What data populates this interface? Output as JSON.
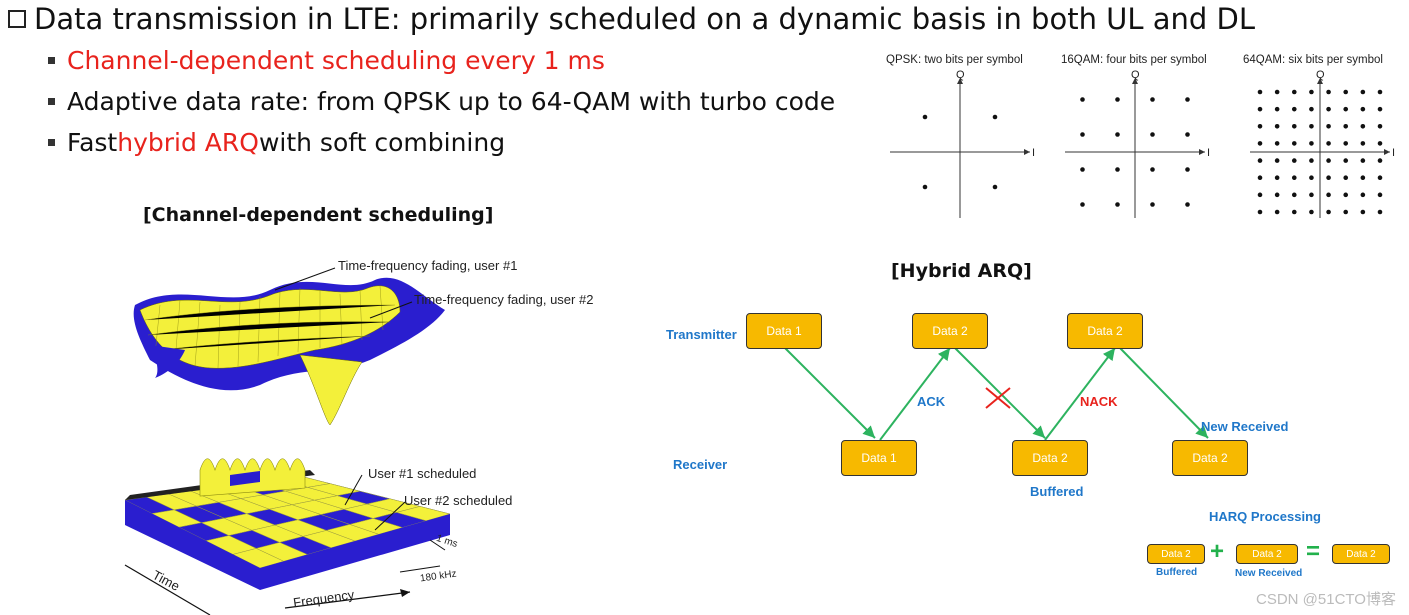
{
  "header": {
    "title": "Data transmission in LTE: primarily scheduled on a dynamic basis in both UL and DL"
  },
  "bullets": [
    {
      "pre": "",
      "highlight": "Channel-dependent scheduling every 1 ms",
      "post": ""
    },
    {
      "pre": "Adaptive data rate: from QPSK up to 64-QAM with turbo code",
      "highlight": "",
      "post": ""
    },
    {
      "pre": "Fast ",
      "highlight": "hybrid ARQ",
      "post": " with soft combining"
    }
  ],
  "constellations": [
    {
      "caption": "QPSK: two bits per symbol",
      "axis_q": "Q",
      "axis_i": "I",
      "order": 2
    },
    {
      "caption": "16QAM: four bits per symbol",
      "axis_q": "Q",
      "axis_i": "I",
      "order": 4
    },
    {
      "caption": "64QAM: six bits per symbol",
      "axis_q": "Q",
      "axis_i": "I",
      "order": 8
    }
  ],
  "scheduling": {
    "title": "[Channel-dependent scheduling]",
    "fading_user1": "Time-frequency fading, user #1",
    "fading_user2": "Time-frequency fading, user #2",
    "sched_user1": "User #1 scheduled",
    "sched_user2": "User #2 scheduled",
    "tti": "1 ms",
    "bandwidth": "180 kHz",
    "time_axis": "Time",
    "freq_axis": "Frequency"
  },
  "harq": {
    "title": "[Hybrid ARQ]",
    "transmitter": "Transmitter",
    "receiver": "Receiver",
    "tx_boxes": [
      "Data 1",
      "Data 2",
      "Data 2"
    ],
    "rx_boxes": [
      "Data 1",
      "Data 2",
      "Data 2"
    ],
    "ack": "ACK",
    "nack": "NACK",
    "new_received": "New Received",
    "buffered": "Buffered",
    "processing_title": "HARQ Processing",
    "combine": {
      "a": "Data 2",
      "a_label": "Buffered",
      "plus": "+",
      "b": "Data 2",
      "b_label": "New Received",
      "equals": "=",
      "result": "Data 2"
    }
  },
  "colors": {
    "accent_red": "#e8231d",
    "box_yellow": "#f7b900",
    "label_blue": "#1f77c9",
    "arrow_green": "#2db35f",
    "surface_yellow": "#f3f03a",
    "surface_blue": "#2a1ecf"
  },
  "watermark": "CSDN @51CTO博客"
}
